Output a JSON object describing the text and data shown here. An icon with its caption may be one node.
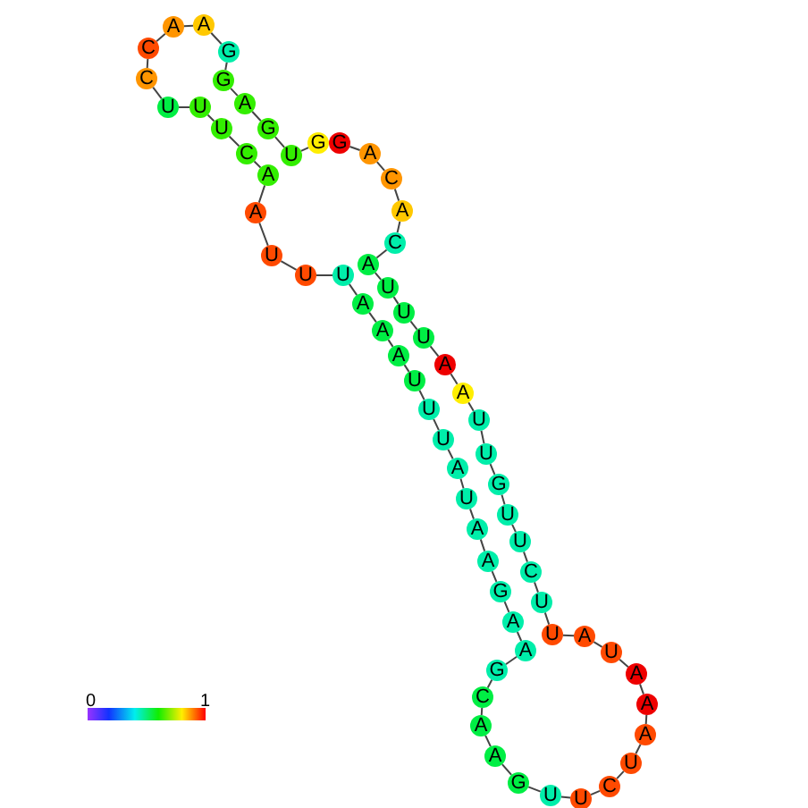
{
  "diagram": {
    "nodes": [
      {
        "text": [
          "G"
        ]
      },
      {
        "text": [
          "U"
        ]
      },
      {
        "text": [
          "G"
        ]
      },
      {
        "text": [
          "A"
        ]
      },
      {
        "text": [
          "G"
        ]
      },
      {
        "text": [
          "G"
        ]
      },
      {
        "text": [
          "A"
        ]
      },
      {
        "text": [
          "A"
        ]
      },
      {
        "text": [
          "C"
        ]
      },
      {
        "text": [
          "C"
        ]
      },
      {
        "text": [
          "U"
        ]
      },
      {
        "text": [
          "U"
        ]
      },
      {
        "text": [
          "U"
        ]
      },
      {
        "text": [
          "C"
        ]
      },
      {
        "text": [
          "A"
        ]
      },
      {
        "text": [
          "A"
        ]
      },
      {
        "text": [
          "U"
        ]
      },
      {
        "text": [
          "U"
        ]
      },
      {
        "text": [
          "U"
        ]
      },
      {
        "text": [
          "A"
        ]
      },
      {
        "text": [
          "A"
        ]
      },
      {
        "text": [
          "A"
        ]
      },
      {
        "text": [
          "U"
        ]
      },
      {
        "text": [
          "U"
        ]
      },
      {
        "text": [
          "U"
        ]
      },
      {
        "text": [
          "A"
        ]
      },
      {
        "text": [
          "U"
        ]
      },
      {
        "text": [
          "A"
        ]
      },
      {
        "text": [
          "A"
        ]
      },
      {
        "text": [
          "G"
        ]
      },
      {
        "text": [
          "A"
        ]
      },
      {
        "text": [
          "A"
        ]
      },
      {
        "text": [
          "G"
        ]
      },
      {
        "text": [
          "C"
        ]
      },
      {
        "text": [
          "A"
        ]
      },
      {
        "text": [
          "A"
        ]
      },
      {
        "text": [
          "G"
        ]
      },
      {
        "text": [
          "U"
        ]
      },
      {
        "text": [
          "U"
        ]
      },
      {
        "text": [
          "C"
        ]
      },
      {
        "text": [
          "U"
        ]
      },
      {
        "text": [
          "A"
        ]
      },
      {
        "text": [
          "A"
        ]
      },
      {
        "text": [
          "A"
        ]
      },
      {
        "text": [
          "U"
        ]
      },
      {
        "text": [
          "A"
        ]
      },
      {
        "text": [
          "U"
        ]
      },
      {
        "text": [
          "U"
        ]
      },
      {
        "text": [
          "C"
        ]
      },
      {
        "text": [
          "U"
        ]
      },
      {
        "text": [
          "U"
        ]
      },
      {
        "text": [
          "G"
        ]
      },
      {
        "text": [
          "U"
        ]
      },
      {
        "text": [
          "U"
        ]
      },
      {
        "text": [
          "A"
        ]
      },
      {
        "text": [
          "A"
        ]
      },
      {
        "text": [
          "U"
        ]
      },
      {
        "text": [
          "U"
        ]
      },
      {
        "text": [
          "U"
        ]
      },
      {
        "text": [
          "A"
        ]
      },
      {
        "text": [
          "C"
        ]
      },
      {
        "text": [
          "A"
        ]
      },
      {
        "text": [
          "C"
        ]
      },
      {
        "text": [
          "A"
        ]
      },
      {
        "text": [
          "G"
        ]
      }
    ],
    "edges": [
      {
        "from": 0,
        "to": 1,
        "arrow": "none"
      },
      {
        "from": 1,
        "to": 2,
        "arrow": "none"
      },
      {
        "from": 2,
        "to": 3,
        "arrow": "none"
      },
      {
        "from": 3,
        "to": 4,
        "arrow": "none"
      },
      {
        "from": 4,
        "to": 5,
        "arrow": "none"
      },
      {
        "from": 5,
        "to": 6,
        "arrow": "none"
      },
      {
        "from": 6,
        "to": 7,
        "arrow": "none"
      },
      {
        "from": 7,
        "to": 8,
        "arrow": "none"
      },
      {
        "from": 8,
        "to": 9,
        "arrow": "none"
      },
      {
        "from": 9,
        "to": 10,
        "arrow": "none"
      },
      {
        "from": 10,
        "to": 11,
        "arrow": "none"
      },
      {
        "from": 11,
        "to": 12,
        "arrow": "none"
      },
      {
        "from": 12,
        "to": 13,
        "arrow": "none"
      },
      {
        "from": 13,
        "to": 14,
        "arrow": "none"
      },
      {
        "from": 14,
        "to": 15,
        "arrow": "none"
      },
      {
        "from": 15,
        "to": 16,
        "arrow": "none"
      },
      {
        "from": 16,
        "to": 17,
        "arrow": "none"
      },
      {
        "from": 17,
        "to": 18,
        "arrow": "none"
      },
      {
        "from": 18,
        "to": 19,
        "arrow": "none"
      },
      {
        "from": 19,
        "to": 20,
        "arrow": "none"
      },
      {
        "from": 20,
        "to": 21,
        "arrow": "none"
      },
      {
        "from": 21,
        "to": 22,
        "arrow": "none"
      },
      {
        "from": 22,
        "to": 23,
        "arrow": "none"
      },
      {
        "from": 23,
        "to": 24,
        "arrow": "none"
      },
      {
        "from": 24,
        "to": 25,
        "arrow": "none"
      },
      {
        "from": 25,
        "to": 26,
        "arrow": "none"
      },
      {
        "from": 26,
        "to": 27,
        "arrow": "none"
      },
      {
        "from": 27,
        "to": 28,
        "arrow": "none"
      },
      {
        "from": 28,
        "to": 29,
        "arrow": "none"
      },
      {
        "from": 29,
        "to": 30,
        "arrow": "none"
      },
      {
        "from": 30,
        "to": 31,
        "arrow": "none"
      },
      {
        "from": 31,
        "to": 32,
        "arrow": "none"
      },
      {
        "from": 32,
        "to": 33,
        "arrow": "none"
      },
      {
        "from": 33,
        "to": 34,
        "arrow": "none"
      },
      {
        "from": 34,
        "to": 35,
        "arrow": "none"
      },
      {
        "from": 35,
        "to": 36,
        "arrow": "none"
      },
      {
        "from": 36,
        "to": 37,
        "arrow": "none"
      },
      {
        "from": 37,
        "to": 38,
        "arrow": "none"
      },
      {
        "from": 38,
        "to": 39,
        "arrow": "none"
      },
      {
        "from": 39,
        "to": 40,
        "arrow": "none"
      },
      {
        "from": 40,
        "to": 41,
        "arrow": "none"
      },
      {
        "from": 41,
        "to": 42,
        "arrow": "none"
      },
      {
        "from": 42,
        "to": 43,
        "arrow": "none"
      },
      {
        "from": 43,
        "to": 44,
        "arrow": "none"
      },
      {
        "from": 44,
        "to": 45,
        "arrow": "none"
      },
      {
        "from": 45,
        "to": 46,
        "arrow": "none"
      },
      {
        "from": 46,
        "to": 47,
        "arrow": "none"
      },
      {
        "from": 47,
        "to": 48,
        "arrow": "none"
      },
      {
        "from": 48,
        "to": 49,
        "arrow": "none"
      },
      {
        "from": 49,
        "to": 50,
        "arrow": "none"
      },
      {
        "from": 50,
        "to": 51,
        "arrow": "none"
      },
      {
        "from": 51,
        "to": 52,
        "arrow": "none"
      },
      {
        "from": 52,
        "to": 53,
        "arrow": "none"
      },
      {
        "from": 53,
        "to": 54,
        "arrow": "none"
      },
      {
        "from": 54,
        "to": 55,
        "arrow": "none"
      },
      {
        "from": 55,
        "to": 56,
        "arrow": "none"
      },
      {
        "from": 56,
        "to": 57,
        "arrow": "none"
      },
      {
        "from": 57,
        "to": 58,
        "arrow": "none"
      },
      {
        "from": 58,
        "to": 59,
        "arrow": "none"
      },
      {
        "from": 59,
        "to": 60,
        "arrow": "none"
      },
      {
        "from": 60,
        "to": 61,
        "arrow": "none"
      },
      {
        "from": 61,
        "to": 62,
        "arrow": "none"
      },
      {
        "from": 62,
        "to": 63,
        "arrow": "none"
      },
      {
        "from": 63,
        "to": 64,
        "arrow": "none"
      }
    ],
    "labels": [
      "0",
      "1"
    ]
  }
}
